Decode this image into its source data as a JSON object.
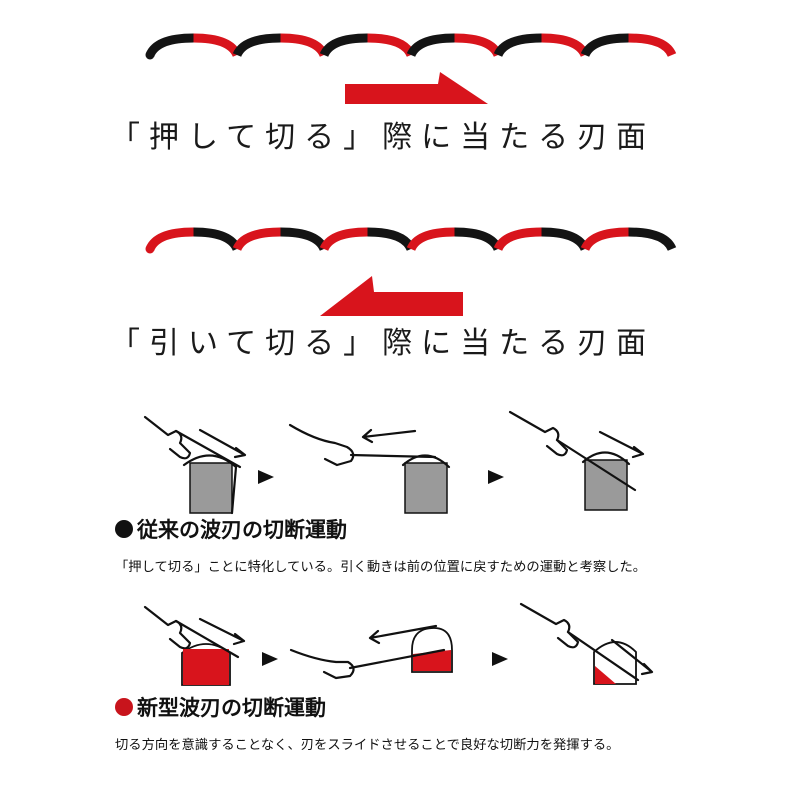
{
  "colors": {
    "red": "#d8141c",
    "black": "#141414",
    "gray": "#9a9a9a"
  },
  "section_push": {
    "heading": "「押して切る」際に当たる刃面",
    "blade_direction": "right"
  },
  "section_pull": {
    "heading": "「引いて切る」際に当たる刃面",
    "blade_direction": "left"
  },
  "conventional": {
    "title": "従来の波刃の切断運動",
    "bullet_color": "#111111",
    "description": "「押して切る」ことに特化している。引く動きは前の位置に戻すための運動と考察した。",
    "steps": [
      "push-stroke",
      "pull-back",
      "push-stroke"
    ]
  },
  "new_type": {
    "title": "新型波刃の切断運動",
    "bullet_color": "#c8141c",
    "description": "切る方向を意識することなく、刃をスライドさせることで良好な切断力を発揮する。",
    "steps": [
      "push-stroke",
      "pull-stroke",
      "push-stroke"
    ]
  }
}
